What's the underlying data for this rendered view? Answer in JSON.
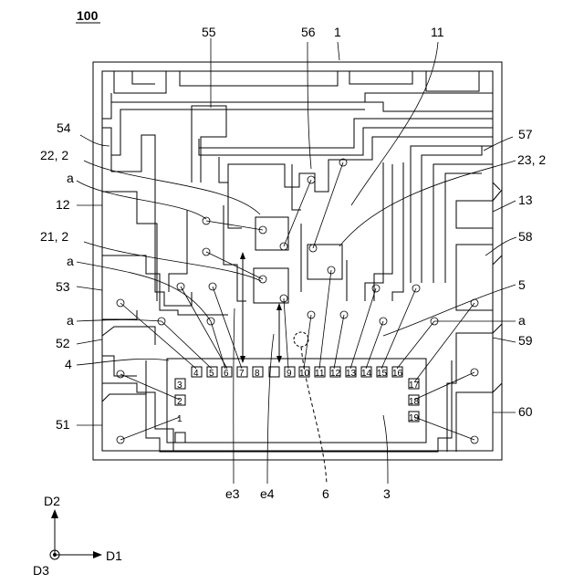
{
  "figure_number": "100",
  "labels": {
    "l55": "55",
    "l56": "56",
    "l1": "1",
    "l11": "11",
    "l54": "54",
    "l57": "57",
    "l22": "22, 2",
    "l23": "23, 2",
    "la1": "a",
    "l12": "12",
    "l13": "13",
    "l21": "21, 2",
    "l58": "58",
    "la2": "a",
    "l53": "53",
    "l5": "5",
    "la3": "a",
    "la4": "a",
    "l52": "52",
    "l59": "59",
    "l4": "4",
    "l51": "51",
    "l60": "60",
    "le3": "e3",
    "le4": "e4",
    "l6": "6",
    "l3": "3"
  },
  "pins": [
    "1",
    "2",
    "3",
    "4",
    "5",
    "6",
    "7",
    "8",
    "9",
    "10",
    "11",
    "12",
    "13",
    "14",
    "15",
    "16",
    "17",
    "18",
    "19"
  ],
  "axes": {
    "d1": "D1",
    "d2": "D2",
    "d3": "D3"
  }
}
